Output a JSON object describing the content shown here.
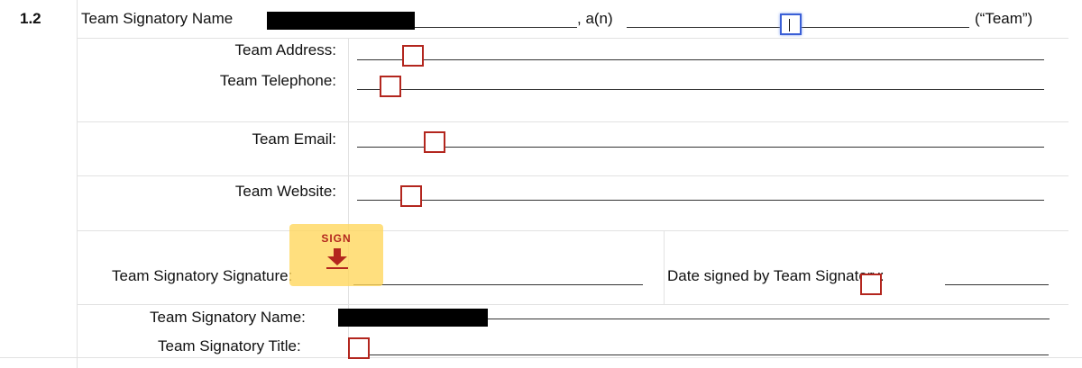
{
  "section": {
    "number": "1.2",
    "line1_label": "Team Signatory Name",
    "line1_mid": ", a(n)",
    "line1_end": "(“Team”)"
  },
  "fields": {
    "address_label": "Team Address:",
    "telephone_label": "Team Telephone:",
    "email_label": "Team Email:",
    "website_label": "Team Website:",
    "signature_label": "Team Signatory Signature:",
    "date_label": "Date signed by Team Signatory:",
    "name_label": "Team Signatory Name:",
    "title_label": "Team Signatory Title:"
  },
  "sign_tag": {
    "label": "SIGN",
    "icon": "down-arrow-icon"
  },
  "colors": {
    "field_border": "#b3261e",
    "active_field_border": "#3a5fd6",
    "sign_tag_bg": "#ffd65a",
    "sign_text": "#b3261e",
    "redaction": "#000000"
  }
}
